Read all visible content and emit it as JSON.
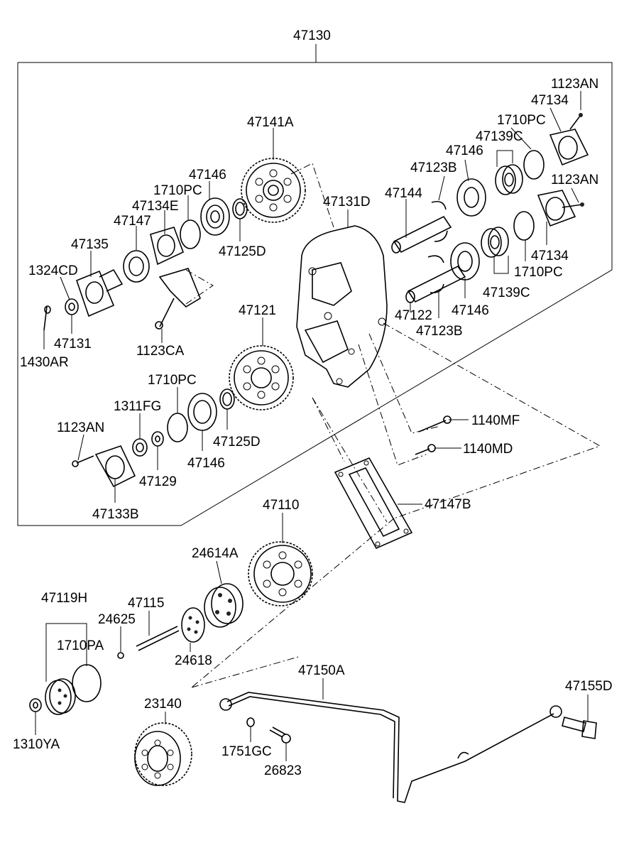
{
  "diagram": {
    "assembly_label": "47130",
    "labels": {
      "p47141A": "47141A",
      "p1123AN_a": "1123AN",
      "p47134_a": "47134",
      "p1710PC_a": "1710PC",
      "p47139C_a": "47139C",
      "p47146_a": "47146",
      "p47123B_a": "47123B",
      "p1123AN_b": "1123AN",
      "p47144": "47144",
      "p47131D": "47131D",
      "p47146_b": "47146",
      "p1710PC_b": "1710PC",
      "p47134E": "47134E",
      "p47147": "47147",
      "p47135": "47135",
      "p1324CD": "1324CD",
      "p47125D_a": "47125D",
      "p47134_b": "47134",
      "p1710PC_c": "1710PC",
      "p47139C_b": "47139C",
      "p47146_c": "47146",
      "p47122": "47122",
      "p47123B_b": "47123B",
      "p47131": "47131",
      "p1430AR": "1430AR",
      "p1123CA": "1123CA",
      "p47121": "47121",
      "p1710PC_d": "1710PC",
      "p1311FG": "1311FG",
      "p1123AN_c": "1123AN",
      "p47125D_b": "47125D",
      "p47146_d": "47146",
      "p47129": "47129",
      "p47133B": "47133B",
      "p1140MF": "1140MF",
      "p1140MD": "1140MD",
      "p47147B": "47147B",
      "p47110": "47110",
      "p24614A": "24614A",
      "p47119H": "47119H",
      "p47115": "47115",
      "p24625": "24625",
      "p1710PA": "1710PA",
      "p24618": "24618",
      "p47150A": "47150A",
      "p47155D": "47155D",
      "p23140": "23140",
      "p1310YA": "1310YA",
      "p1751GC": "1751GC",
      "p26823": "26823"
    }
  }
}
